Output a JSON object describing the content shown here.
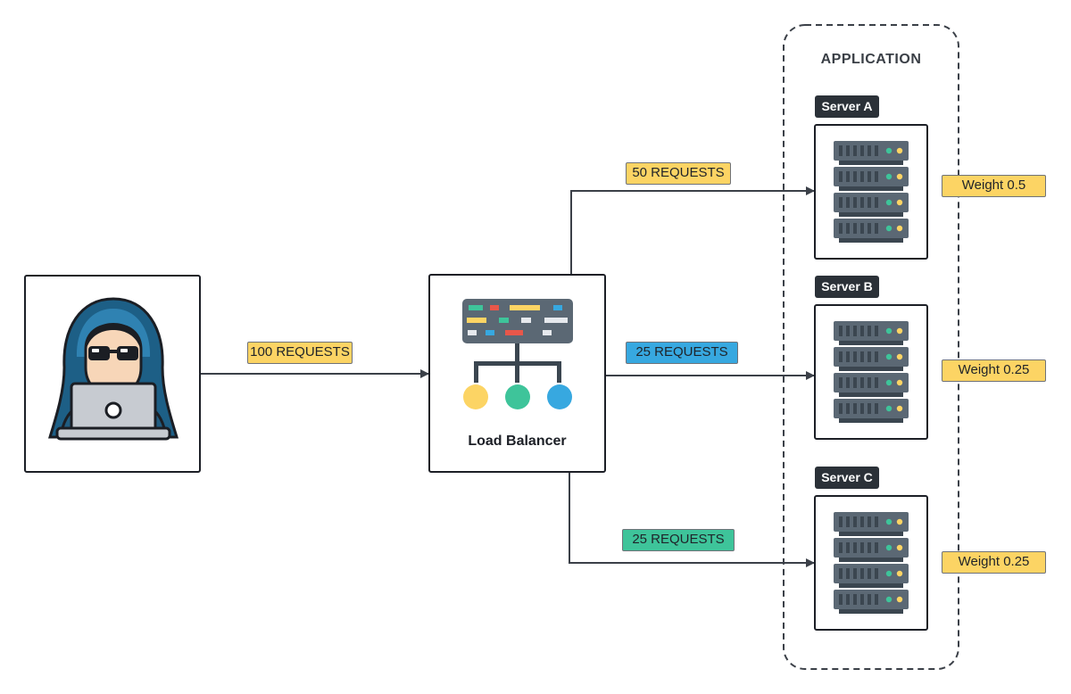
{
  "application": {
    "title": "APPLICATION"
  },
  "client": {
    "icon": "hacker-with-laptop-icon"
  },
  "load_balancer": {
    "label": "Load Balancer",
    "icon": "load-balancer-icon"
  },
  "flows": {
    "client_to_lb": {
      "label": "100 REQUESTS",
      "color": "#fcd464"
    },
    "lb_to_a": {
      "label": "50 REQUESTS",
      "color": "#fcd464"
    },
    "lb_to_b": {
      "label": "25 REQUESTS",
      "color": "#37a8e0"
    },
    "lb_to_c": {
      "label": "25 REQUESTS",
      "color": "#3ec49a"
    }
  },
  "servers": [
    {
      "name": "Server A",
      "weight": "Weight 0.5",
      "icon": "server-rack-icon"
    },
    {
      "name": "Server B",
      "weight": "Weight 0.25",
      "icon": "server-rack-icon"
    },
    {
      "name": "Server C",
      "weight": "Weight 0.25",
      "icon": "server-rack-icon"
    }
  ]
}
